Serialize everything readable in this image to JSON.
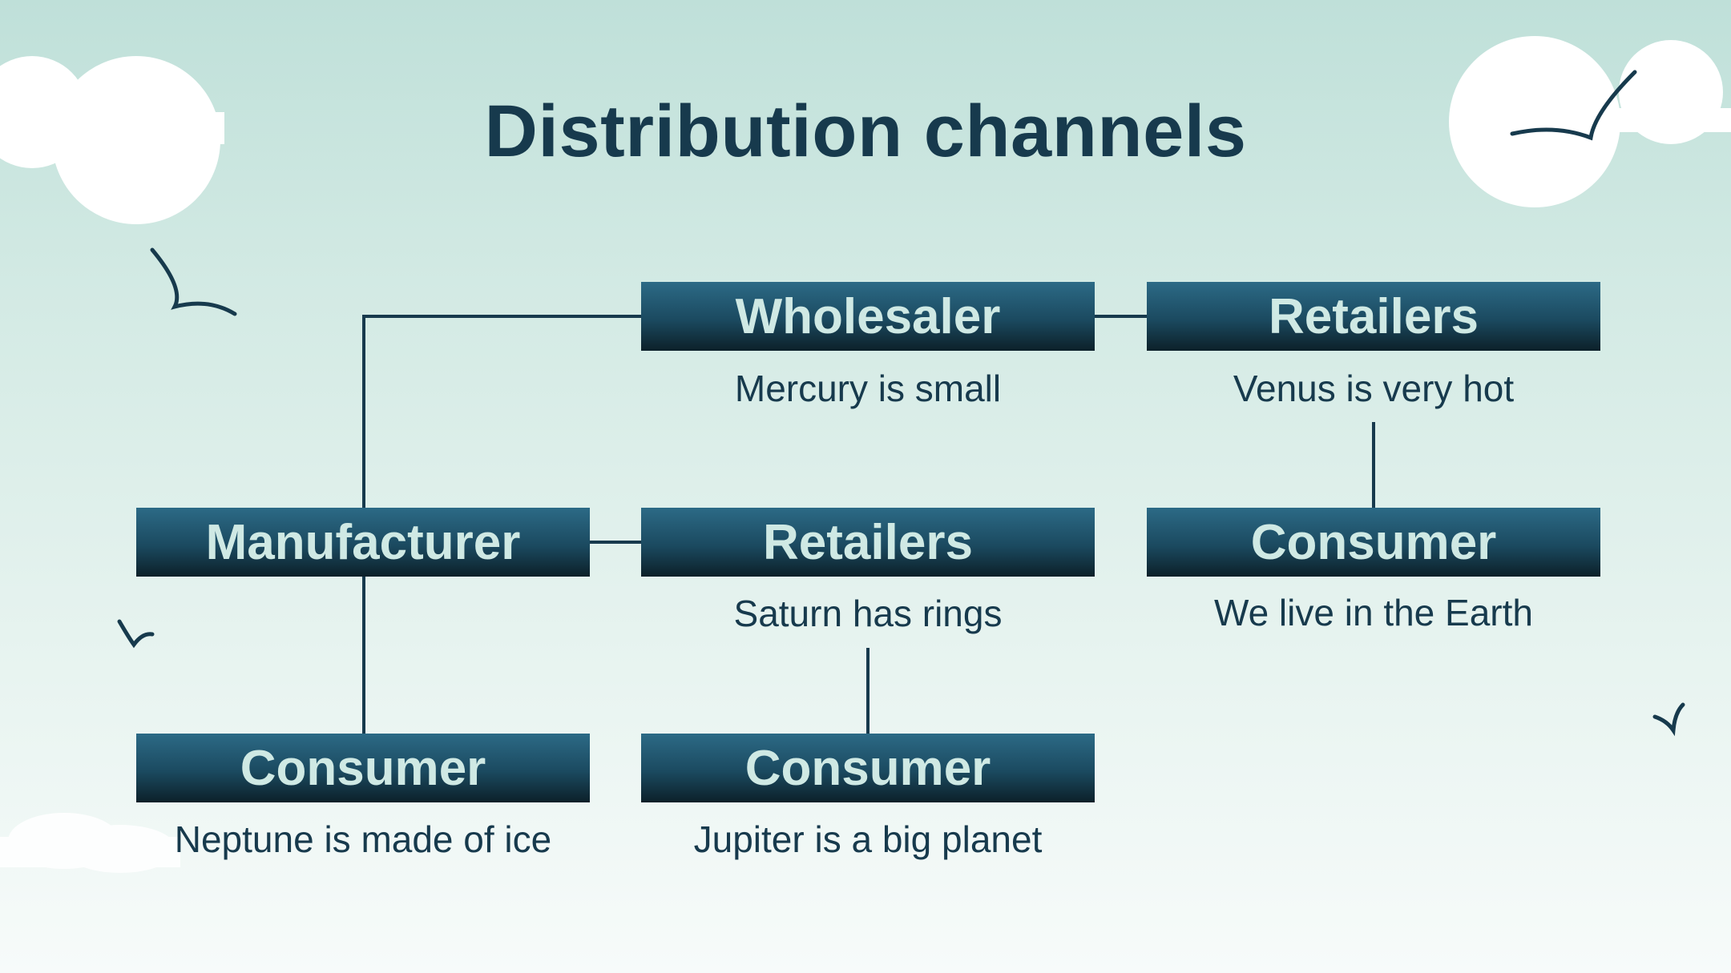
{
  "title": "Distribution channels",
  "colors": {
    "box_top": "#2c6a86",
    "box_bottom": "#0c2029",
    "box_text": "#cfe9e4",
    "text": "#173a4d"
  },
  "nodes": {
    "wholesaler": {
      "label": "Wholesaler",
      "desc": "Mercury is small"
    },
    "retailers_top": {
      "label": "Retailers",
      "desc": "Venus is very hot"
    },
    "manufacturer": {
      "label": "Manufacturer",
      "desc": ""
    },
    "retailers_mid": {
      "label": "Retailers",
      "desc": "Saturn has rings"
    },
    "consumer_right": {
      "label": "Consumer",
      "desc": "We live in the Earth"
    },
    "consumer_left": {
      "label": "Consumer",
      "desc": "Neptune is made of ice"
    },
    "consumer_mid": {
      "label": "Consumer",
      "desc": "Jupiter is a big planet"
    }
  },
  "edges": [
    [
      "manufacturer",
      "wholesaler"
    ],
    [
      "wholesaler",
      "retailers_top"
    ],
    [
      "retailers_top",
      "consumer_right"
    ],
    [
      "manufacturer",
      "retailers_mid"
    ],
    [
      "retailers_mid",
      "consumer_mid"
    ],
    [
      "manufacturer",
      "consumer_left"
    ]
  ]
}
